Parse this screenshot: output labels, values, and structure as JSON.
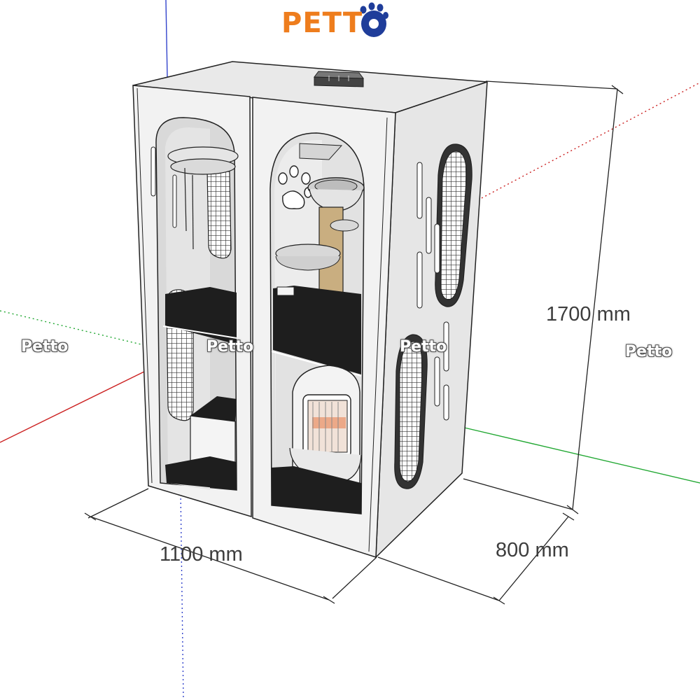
{
  "brand": {
    "name": "PETT",
    "colors": {
      "text": "#ee7d1d",
      "paw": "#1f3d9a"
    },
    "logo_icon": "paw-print-icon"
  },
  "dimensions": {
    "width": "1100 mm",
    "depth": "800 mm",
    "height": "1700 mm"
  },
  "watermarks": [
    "Petto",
    "Petto",
    "Petto",
    "Petto"
  ],
  "colors": {
    "panel": "#f2f2f2",
    "panel_side": "#e6e6e6",
    "outline": "#222222",
    "shelf": "#1e1e1e",
    "post": "#c9ae80",
    "litter_window": "#e98a5e",
    "axis_red": "#cc2222",
    "axis_green": "#22a833",
    "axis_blue": "#3344cc"
  },
  "icons": [
    "paw-print-icon",
    "vent-grille-icon",
    "mesh-window-icon"
  ]
}
